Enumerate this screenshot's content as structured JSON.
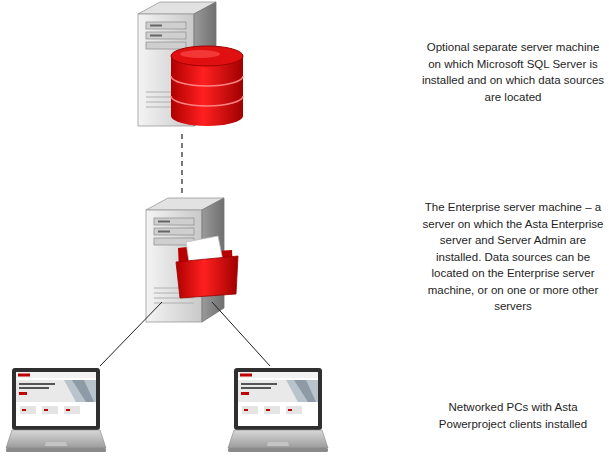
{
  "diagram": {
    "labels": [
      "Optional separate server machine on which Microsoft SQL Server is installed and on which data sources are located",
      "The Enterprise server machine – a server on which the Asta Enterprise server and Server Admin are installed. Data sources can be located on the Enterprise server machine, or on one or more other servers",
      "Networked PCs with Asta Powerproject clients installed"
    ]
  }
}
